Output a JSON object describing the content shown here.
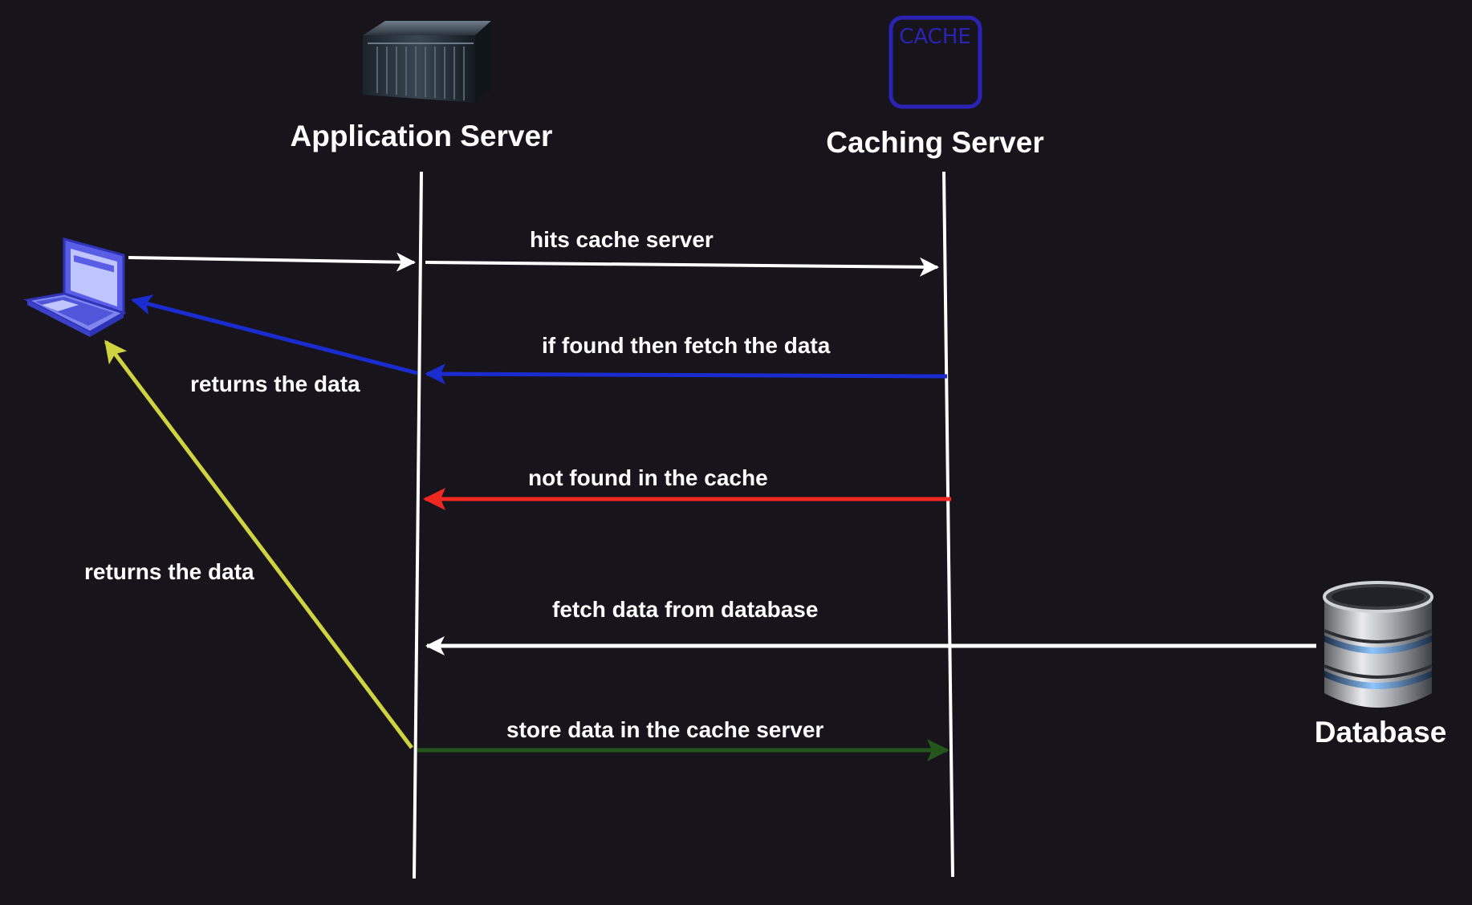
{
  "actors": {
    "app_server": "Application Server",
    "caching_server": "Caching Server",
    "database": "Database",
    "cache_box": "CACHE"
  },
  "messages": {
    "hits_cache": "hits cache server",
    "found": "if found then fetch the data",
    "returns_1": "returns the data",
    "not_found": "not found in the cache",
    "returns_2": "returns the data",
    "fetch_db": "fetch data from database",
    "store": "store data in the cache server"
  },
  "colors": {
    "background": "#17151b",
    "white": "#ffffff",
    "blue": "#1a2ccf",
    "red": "#f0281f",
    "green": "#24561c",
    "yellow": "#d0d340",
    "cache_border": "#2a22b5"
  },
  "icons": {
    "client": "laptop-icon",
    "app_server": "server-rack-icon",
    "caching_server": "cache-box-icon",
    "database": "database-icon"
  }
}
